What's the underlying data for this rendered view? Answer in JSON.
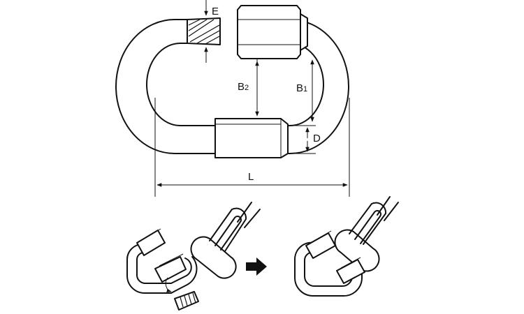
{
  "labels": {
    "E": "E",
    "B2_main": "B",
    "B2_sub": "2",
    "B1_main": "B",
    "B1_sub": "1",
    "D": "D",
    "L": "L"
  },
  "colors": {
    "line": "#111111",
    "background": "#ffffff"
  },
  "icons": {
    "arrow": "right-arrow-icon"
  }
}
